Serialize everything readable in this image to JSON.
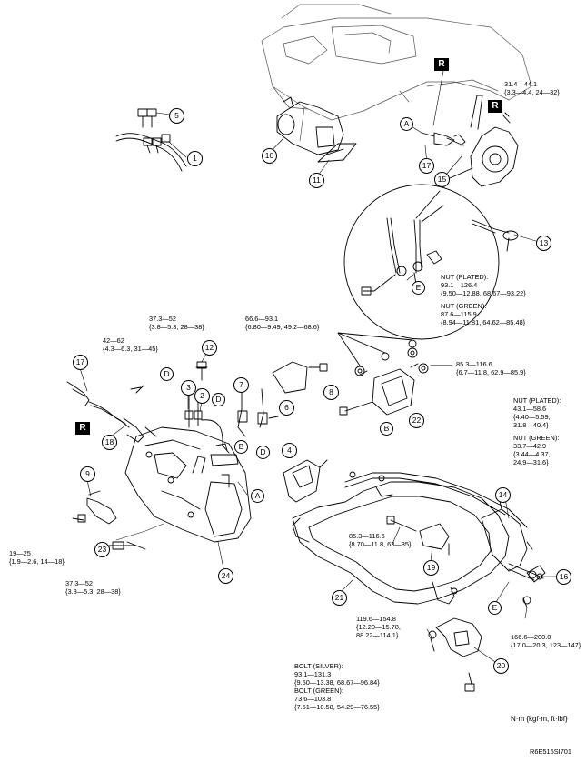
{
  "callouts": [
    "1",
    "2",
    "3",
    "4",
    "5",
    "6",
    "7",
    "8",
    "9",
    "10",
    "11",
    "12",
    "13",
    "14",
    "15",
    "16",
    "17",
    "18",
    "19",
    "20",
    "21",
    "22",
    "23",
    "24"
  ],
  "letters": [
    "A",
    "B",
    "D",
    "E"
  ],
  "r_mark": "R",
  "torques": {
    "t_31": {
      "l1": "31.4—44.1",
      "l2": "{3.3—4.4, 24—32}"
    },
    "t_nut_upper": {
      "l1": "NUT (PLATED):",
      "l2": "93.1—126.4",
      "l3": "{9.50—12.88, 68.67—93.22}",
      "l4": "NUT (GREEN):",
      "l5": "87.6—115.9",
      "l6": "{8.94—11.81, 64.62—85.48}"
    },
    "t_37a": {
      "l1": "37.3—52",
      "l2": "{3.8—5.3, 28—38}"
    },
    "t_66": {
      "l1": "66.6—93.1",
      "l2": "{6.80—9.49, 49.2—68.6}"
    },
    "t_42": {
      "l1": "42—62",
      "l2": "{4.3—6.3, 31—45}"
    },
    "t_85a": {
      "l1": "85.3—116.6",
      "l2": "{6.7—11.8, 62.9—85.9}"
    },
    "t_nut_mid": {
      "l1": "NUT (PLATED):",
      "l2": "43.1—58.6",
      "l3": "{4.40—5.59,",
      "l4": "31.8—40.4}",
      "l5": "NUT (GREEN):",
      "l6": "33.7—42.9",
      "l7": "{3.44—4.37,",
      "l8": "24.9—31.6}"
    },
    "t_85b": {
      "l1": "85.3—116.6",
      "l2": "{8.70—11.8, 63—85}"
    },
    "t_19": {
      "l1": "19—25",
      "l2": "{1.9—2.6, 14—18}"
    },
    "t_37b": {
      "l1": "37.3—52",
      "l2": "{3.8—5.3, 28—38}"
    },
    "t_119": {
      "l1": "119.6—154.8",
      "l2": "{12.20—15.78,",
      "l3": "88.22—114.1}"
    },
    "t_166": {
      "l1": "166.6—200.0",
      "l2": "{17.0—20.3, 123—147}"
    },
    "t_bolt": {
      "l1": "BOLT (SILVER):",
      "l2": "93.1—131.3",
      "l3": "{9.50—13.38, 68.67—96.84}",
      "l4": "BOLT (GREEN):",
      "l5": "73.6—103.8",
      "l6": "{7.51—10.58, 54.29—76.55}"
    }
  },
  "units_note": "N·m {kgf·m, ft·lbf}",
  "figure_code": "R6E515SI701",
  "colors": {
    "line": "#000000",
    "background": "#ffffff",
    "detail": "#9a9a9a"
  }
}
